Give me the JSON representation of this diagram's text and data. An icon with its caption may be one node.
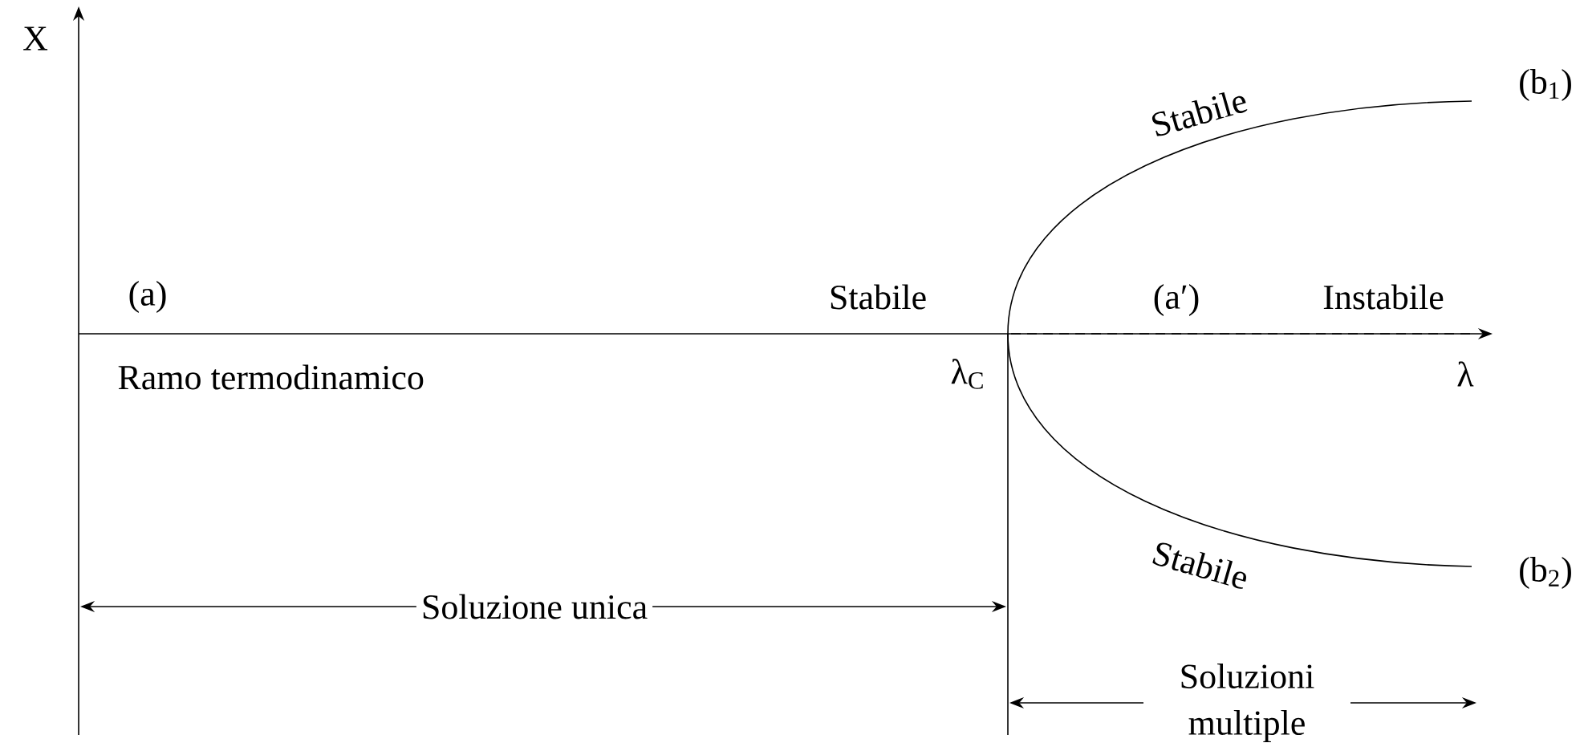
{
  "diagram": {
    "labels": [
      "X",
      "Stabile",
      "(b$_{1}$)",
      "(a)",
      "Stabile",
      "(a′)",
      "Instabile",
      "Ramo termodinamico",
      "λ$_{C}$",
      "λ",
      "Stabile",
      "(b$_{2}$)",
      "Soluzione unica",
      "Soluzioni multiple"
    ]
  }
}
